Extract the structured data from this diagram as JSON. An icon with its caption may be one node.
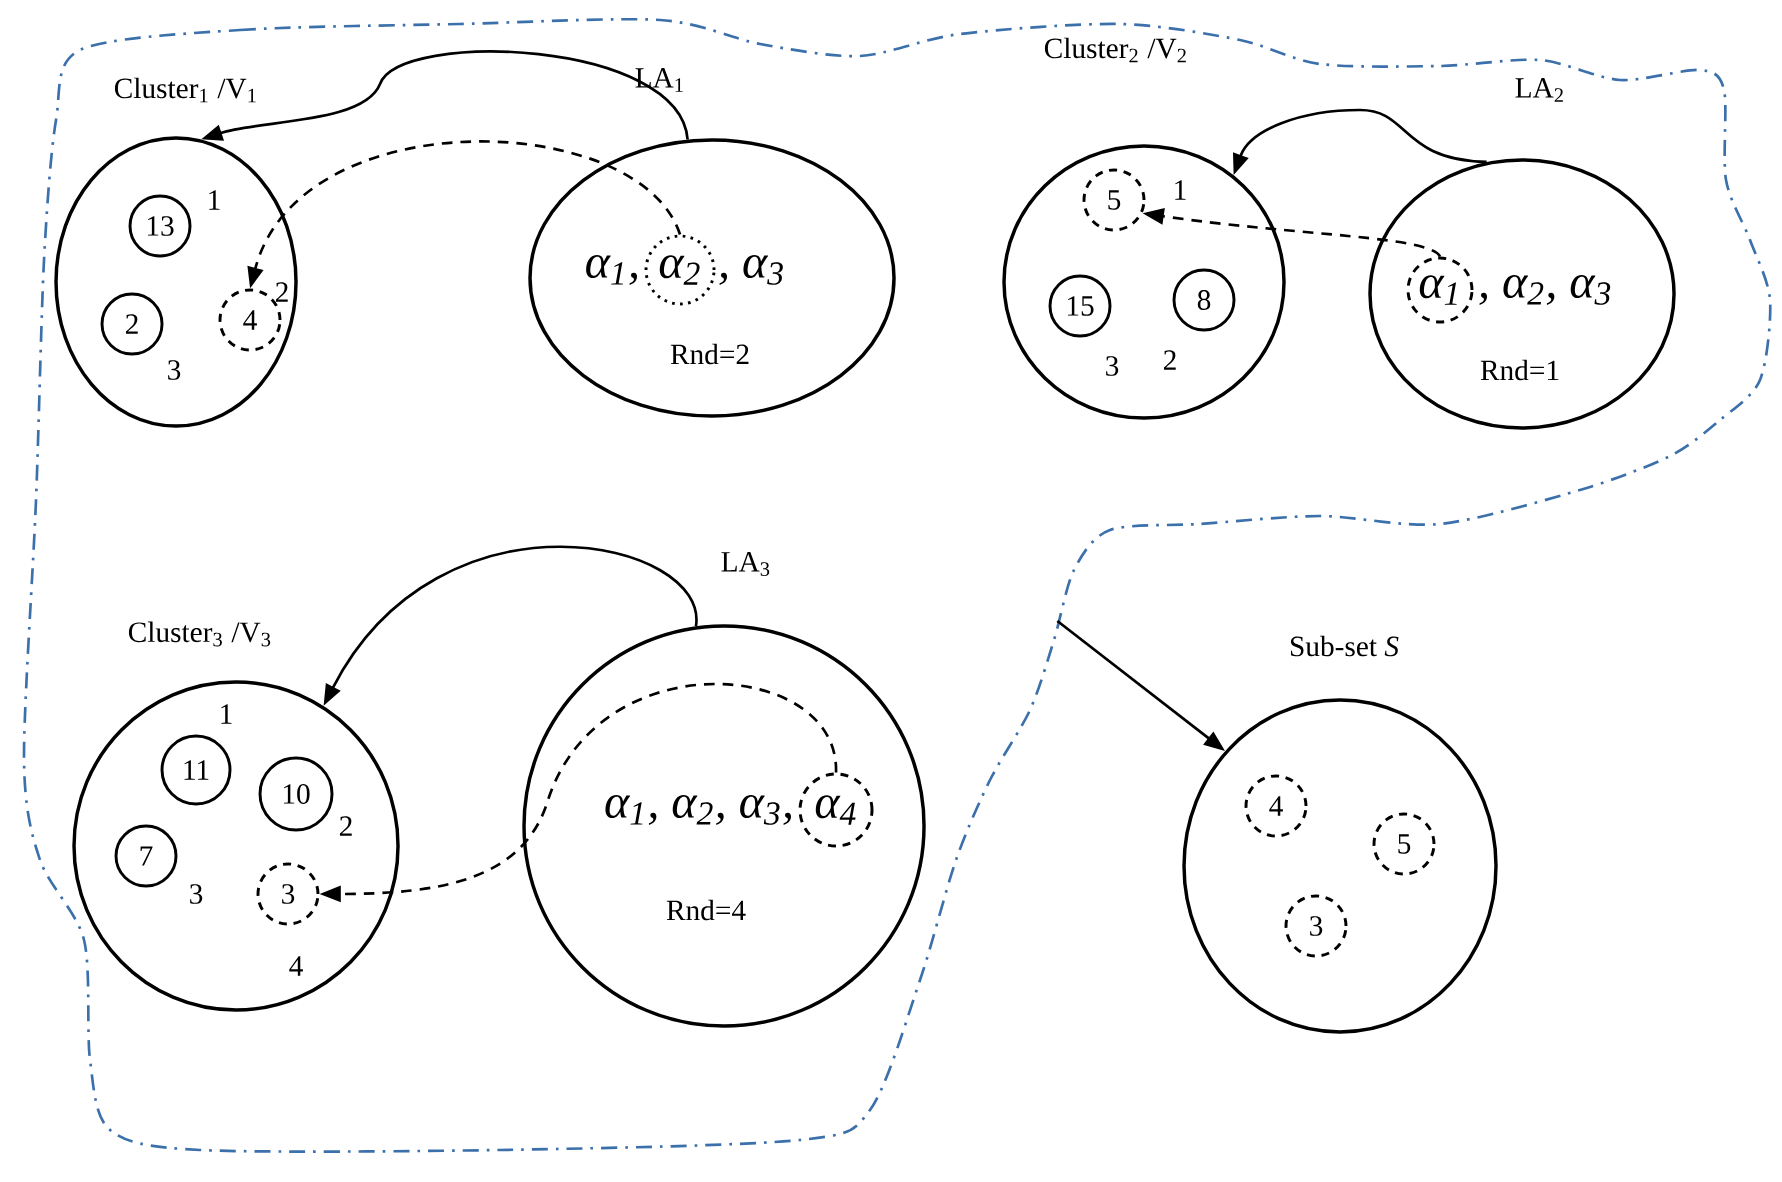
{
  "diagram": {
    "nodes": [
      {
        "text": [],
        "shape": "cloud"
      },
      {
        "text": [
          "Cluster$_{1}$ /V$_{1}$"
        ],
        "in": 0
      },
      {
        "text": [
          "13"
        ],
        "in": 1,
        "beside": [
          "1"
        ]
      },
      {
        "text": [
          "2"
        ],
        "in": 1,
        "beside": [
          "3"
        ]
      },
      {
        "text": [
          "4"
        ],
        "in": 1,
        "beside": [
          "2"
        ]
      },
      {
        "text": [
          "LA$_{1}$",
          "α$_{1}$,",
          ", α$_{3}$",
          "Rnd=2"
        ],
        "in": 0
      },
      {
        "text": [
          "α$_{2}$"
        ],
        "in": 5
      },
      {
        "text": [
          "Cluster$_{2}$ /V$_{2}$"
        ],
        "in": 0
      },
      {
        "text": [
          "5"
        ],
        "in": 7,
        "beside": [
          "1"
        ]
      },
      {
        "text": [
          "15"
        ],
        "in": 7,
        "beside": [
          "3"
        ]
      },
      {
        "text": [
          "8"
        ],
        "in": 7,
        "beside": [
          "2"
        ]
      },
      {
        "text": [
          "LA$_{2}$",
          ", α$_{2}$, α$_{3}$",
          "Rnd=1"
        ],
        "in": 0
      },
      {
        "text": [
          "α$_{1}$"
        ],
        "in": 11
      },
      {
        "text": [
          "Cluster$_{3}$ /V$_{3}$"
        ],
        "in": 0
      },
      {
        "text": [
          "11"
        ],
        "in": 13,
        "beside": [
          "1"
        ]
      },
      {
        "text": [
          "10"
        ],
        "in": 13,
        "beside": [
          "2"
        ]
      },
      {
        "text": [
          "7"
        ],
        "in": 13,
        "beside": [
          "3"
        ]
      },
      {
        "text": [
          "3"
        ],
        "in": 13,
        "beside": [
          "4"
        ]
      },
      {
        "text": [
          "LA$_{3}$",
          "α$_{1}$, α$_{2}$, α$_{3}$,",
          "Rnd=4"
        ],
        "in": 0
      },
      {
        "text": [
          "α$_{4}$"
        ],
        "in": 18
      },
      {
        "text": [
          "Sub-set *S*"
        ]
      },
      {
        "text": [
          "4"
        ],
        "in": 20
      },
      {
        "text": [
          "5"
        ],
        "in": 20
      },
      {
        "text": [
          "3"
        ],
        "in": 20
      }
    ],
    "edges": [
      {
        "from": 5,
        "to": 1,
        "arrow": "to"
      },
      {
        "from": 6,
        "to": 4,
        "arrow": "to",
        "style": "dashed"
      },
      {
        "from": 11,
        "to": 7,
        "arrow": "to"
      },
      {
        "from": 12,
        "to": 8,
        "arrow": "to",
        "style": "dashed"
      },
      {
        "from": 18,
        "to": 13,
        "arrow": "to"
      },
      {
        "from": 19,
        "to": 17,
        "arrow": "to",
        "style": "dashed"
      },
      {
        "from": 0,
        "to": 20,
        "arrow": "to"
      }
    ]
  }
}
